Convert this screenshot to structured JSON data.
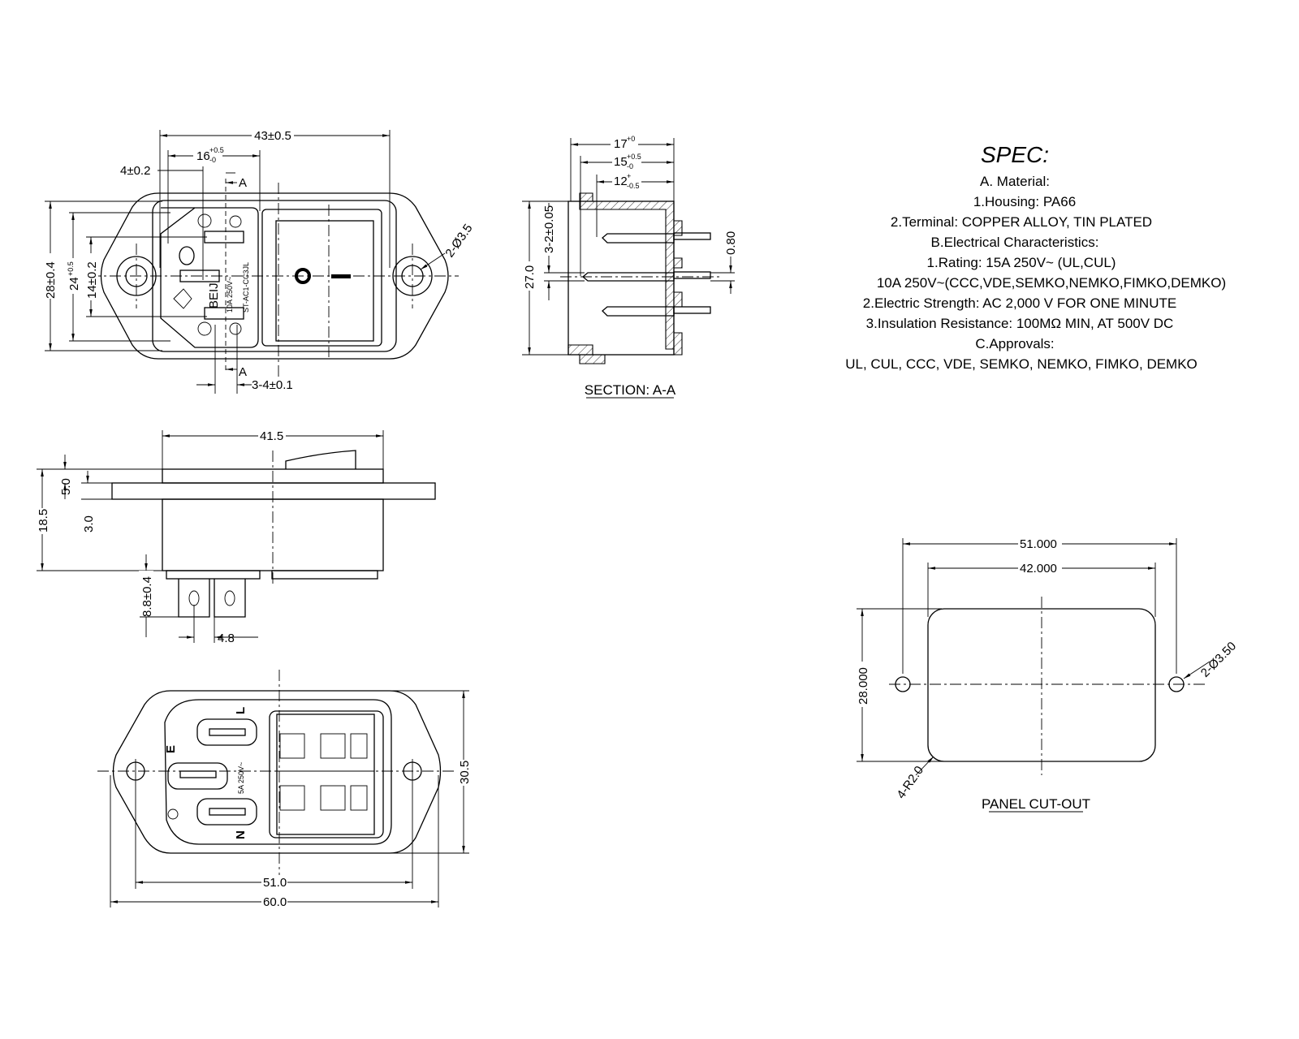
{
  "spec": {
    "title": "SPEC:",
    "lines": [
      "A. Material:",
      "1.Housing: PA66",
      "2.Terminal: COPPER ALLOY, TIN PLATED",
      "B.Electrical Characteristics:",
      "1.Rating:  15A 250V~ (UL,CUL)",
      "10A 250V~(CCC,VDE,SEMKO,NEMKO,FIMKO,DEMKO)",
      "2.Electric Strength: AC 2,000 V FOR ONE MINUTE",
      "3.Insulation Resistance: 100MΩ MIN, AT 500V DC",
      "C.Approvals:",
      "UL, CUL, CCC, VDE, SEMKO, NEMKO, FIMKO, DEMKO"
    ]
  },
  "front_view": {
    "dims": {
      "overall_width": "43±0.5",
      "inlet_width": "16",
      "inlet_width_tol_plus": "+0.5",
      "inlet_width_tol_minus": "-0",
      "offset": "4±0.2",
      "height": "28±0.4",
      "inner_height": "24",
      "inner_height_tol_plus": "+0.5",
      "inner_height_tol_minus": "-0",
      "pin_span": "14±0.2",
      "pin_width": "3-4±0.1",
      "holes": "2-Ø3.5"
    },
    "section_mark": "A",
    "marking_brand": "BEIJ",
    "marking_rating": "10A 250V~",
    "marking_model": "ST-AC1-CC3JL",
    "switch_off": "O",
    "switch_on": "I"
  },
  "section_view": {
    "title": "SECTION: A-A",
    "dims": {
      "d17": "17",
      "d17_tol": "+0",
      "d15": "15",
      "d15_tol_plus": "+0.5",
      "d15_tol_minus": "-0",
      "d12": "12",
      "d12_tol_plus": "+",
      "d12_tol_minus": "-0.5",
      "pin_thk": "3-2±0.05",
      "height": "27.0",
      "tab": "0.80"
    }
  },
  "side_view": {
    "dims": {
      "width": "41.5",
      "rocker": "5.0",
      "total": "18.5",
      "flange": "3.0",
      "terminal": "8.8±0.4",
      "pitch": "4.8"
    }
  },
  "rear_view": {
    "labels": {
      "earth": "E",
      "line": "L",
      "neutral": "N",
      "rating": "5A 250V~"
    },
    "dims": {
      "hole_span": "51.0",
      "overall": "60.0",
      "height": "30.5"
    }
  },
  "panel_cutout": {
    "title": "PANEL CUT-OUT",
    "dims": {
      "hole_span": "51.000",
      "width": "42.000",
      "height": "28.000",
      "holes": "2-Ø3.50",
      "radius": "4-R2.0"
    }
  }
}
